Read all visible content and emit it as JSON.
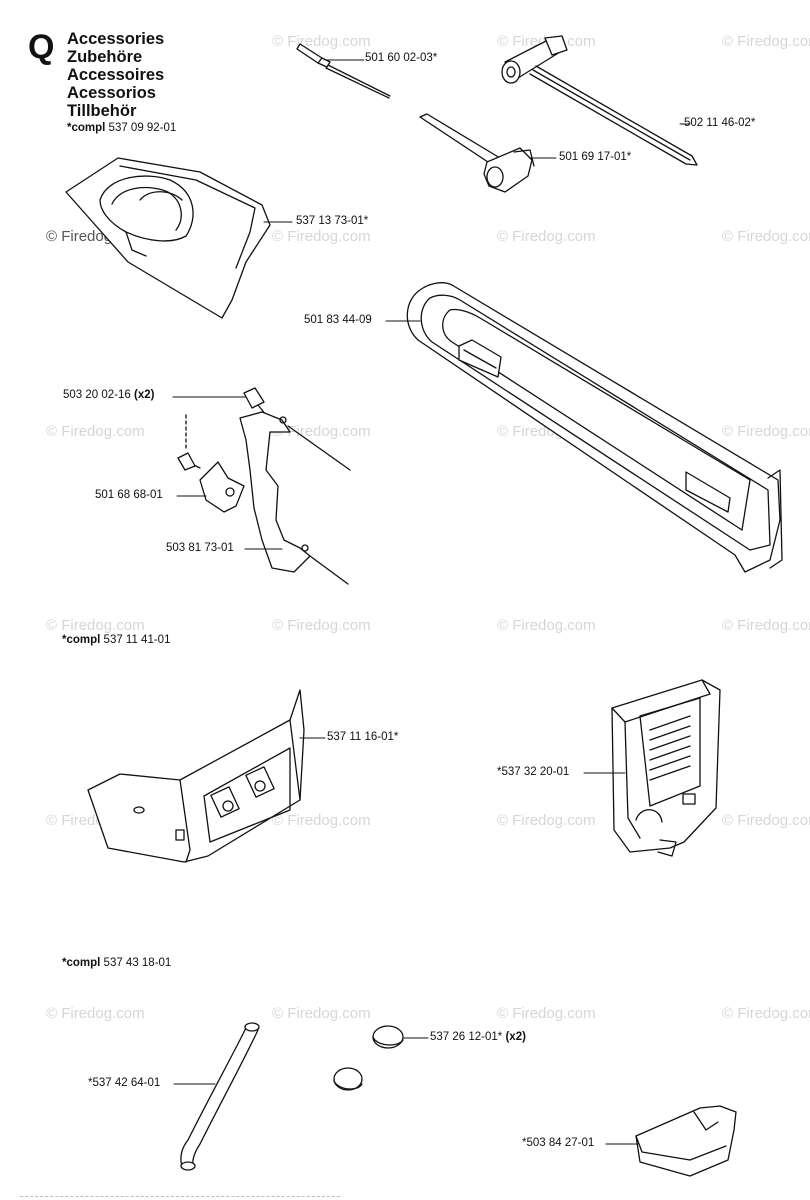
{
  "header": {
    "section_letter": "Q",
    "titles": [
      "Accessories",
      "Zubehöre",
      "Accessoires",
      "Acessorios",
      "Tillbehör"
    ],
    "compl_1": {
      "prefix": "*compl",
      "number": "537 09 92-01"
    }
  },
  "watermark": {
    "text": "© Firedog.com"
  },
  "compl_2": {
    "prefix": "*compl",
    "number": "537 11 41-01"
  },
  "compl_3": {
    "prefix": "*compl",
    "number": "537 43 18-01"
  },
  "parts": {
    "p1": "501 60 02-03*",
    "p2": "502 11 46-02*",
    "p3": "501 69 17-01*",
    "p4": "537 13 73-01*",
    "p5": "501 83 44-09",
    "p6": {
      "number": "503 20 02-16",
      "qty": "(x2)"
    },
    "p7": "501 68 68-01",
    "p8": "503 81 73-01",
    "p9": "537 11 16-01*",
    "p10": "*537 32 20-01",
    "p11": {
      "number": "537 26 12-01*",
      "qty": "(x2)"
    },
    "p12": "*537 42 64-01",
    "p13": "*503 84 27-01"
  }
}
